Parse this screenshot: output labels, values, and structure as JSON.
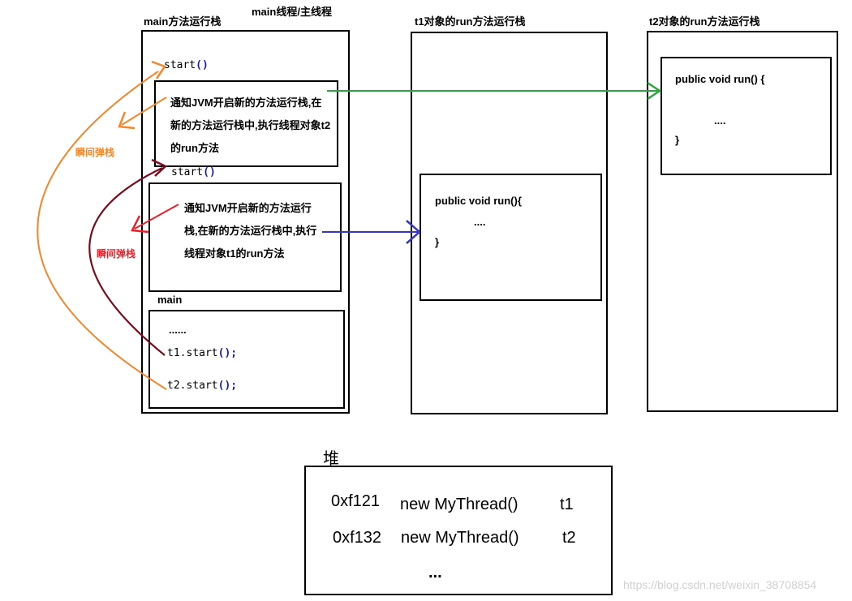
{
  "labels": {
    "main_stack_title": "main方法运行栈",
    "main_thread_title": "main线程/主线程",
    "t1_stack_title": "t1对象的run方法运行栈",
    "t2_stack_title": "t2对象的run方法运行栈",
    "heap_title": "堆",
    "pop_orange": "瞬间弹栈",
    "pop_red": "瞬间弹栈"
  },
  "main_stack": {
    "frame_top": {
      "method": "start",
      "parens": "()",
      "description": "通知JVM开启新的方法运行栈,在新的方法运行栈中,执行线程对象t2的run方法"
    },
    "frame_middle": {
      "method": "start",
      "parens": "()",
      "description": "通知JVM开启新的方法运行栈,在新的方法运行栈中,执行线程对象t1的run方法"
    },
    "frame_main": {
      "label": "main",
      "ellipsis": "......",
      "call1": "t1.start",
      "call1_tail": "();",
      "call2": "t2.start",
      "call2_tail": "();"
    }
  },
  "t1_stack": {
    "line1": "public void run(){",
    "line2": "....",
    "line3": "}"
  },
  "t2_stack": {
    "line1": "public void run() {",
    "line2": "....",
    "line3": "}"
  },
  "heap": {
    "rows": [
      {
        "address": "0xf121",
        "object": "new MyThread()",
        "ref": "t1"
      },
      {
        "address": "0xf132",
        "object": "new MyThread()",
        "ref": "t2"
      }
    ],
    "ellipsis": "..."
  },
  "watermark": "https://blog.csdn.net/weixin_38708854",
  "colors": {
    "orange": "#f5862a",
    "red": "#e8202a",
    "darkred": "#7a0a1e",
    "green": "#27a83c",
    "blue": "#3535c8"
  }
}
